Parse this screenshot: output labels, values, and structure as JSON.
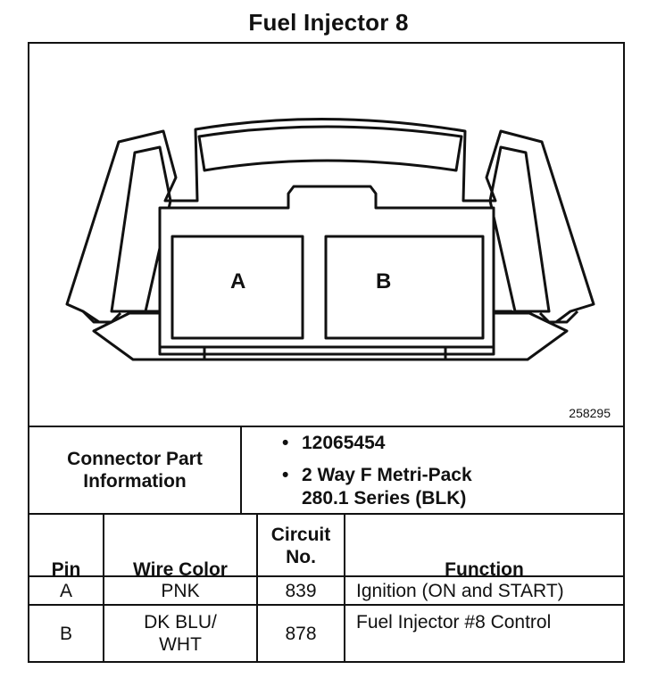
{
  "title": "Fuel Injector 8",
  "figure_id": "258295",
  "cavities": {
    "a": "A",
    "b": "B"
  },
  "connector_info": {
    "label_line1": "Connector Part",
    "label_line2": "Information",
    "items": [
      {
        "lines": [
          "12065454"
        ]
      },
      {
        "lines": [
          "2 Way F Metri-Pack",
          "280.1 Series (BLK)"
        ]
      }
    ],
    "bullet": "•"
  },
  "table": {
    "headers": {
      "pin": "Pin",
      "wire_color": "Wire Color",
      "circuit_line1": "Circuit",
      "circuit_line2": "No.",
      "function": "Function"
    },
    "rows": [
      {
        "pin": "A",
        "wire_color_line1": "PNK",
        "wire_color_line2": "",
        "circuit": "839",
        "function": "Ignition (ON and START)"
      },
      {
        "pin": "B",
        "wire_color_line1": "DK BLU/",
        "wire_color_line2": "WHT",
        "circuit": "878",
        "function": "Fuel Injector #8 Control"
      }
    ]
  }
}
